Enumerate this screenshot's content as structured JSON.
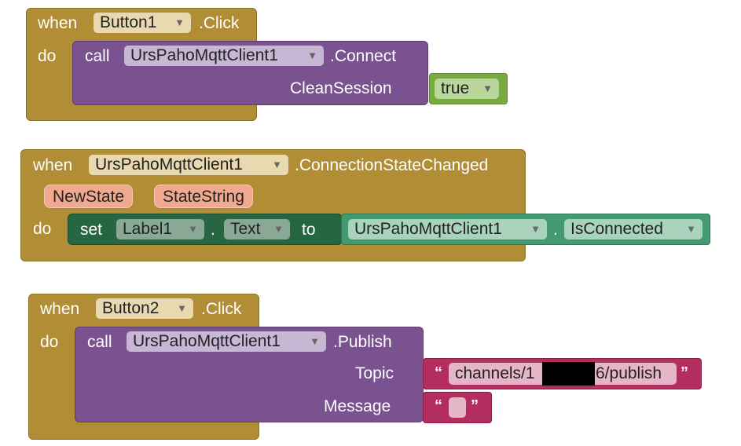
{
  "block1": {
    "when": "when",
    "component": "Button1",
    "event": ".Click",
    "do": "do",
    "call": "call",
    "client": "UrsPahoMqttClient1",
    "method": ".Connect",
    "param": "CleanSession",
    "value": "true"
  },
  "block2": {
    "when": "when",
    "component": "UrsPahoMqttClient1",
    "event": ".ConnectionStateChanged",
    "param1": "NewState",
    "param2": "StateString",
    "do": "do",
    "set": "set",
    "label": "Label1",
    "dot": ".",
    "property": "Text",
    "to": "to",
    "getter_component": "UrsPahoMqttClient1",
    "getter_dot": ".",
    "getter_property": "IsConnected"
  },
  "block3": {
    "when": "when",
    "component": "Button2",
    "event": ".Click",
    "do": "do",
    "call": "call",
    "client": "UrsPahoMqttClient1",
    "method": ".Publish",
    "param_topic": "Topic",
    "topic_prefix": "channels/1",
    "topic_suffix": "6/publish",
    "param_message": "Message",
    "message_value": "",
    "quote_open": "“",
    "quote_close": "”"
  },
  "colors": {
    "event": "#b18e35",
    "procedure": "#7b5290",
    "logic": "#77ab3f",
    "setter": "#266643",
    "getter": "#439970",
    "text": "#b32d5e",
    "param": "#f0a88f"
  },
  "icons": {
    "dropdown": "dropdown-arrow-icon"
  }
}
